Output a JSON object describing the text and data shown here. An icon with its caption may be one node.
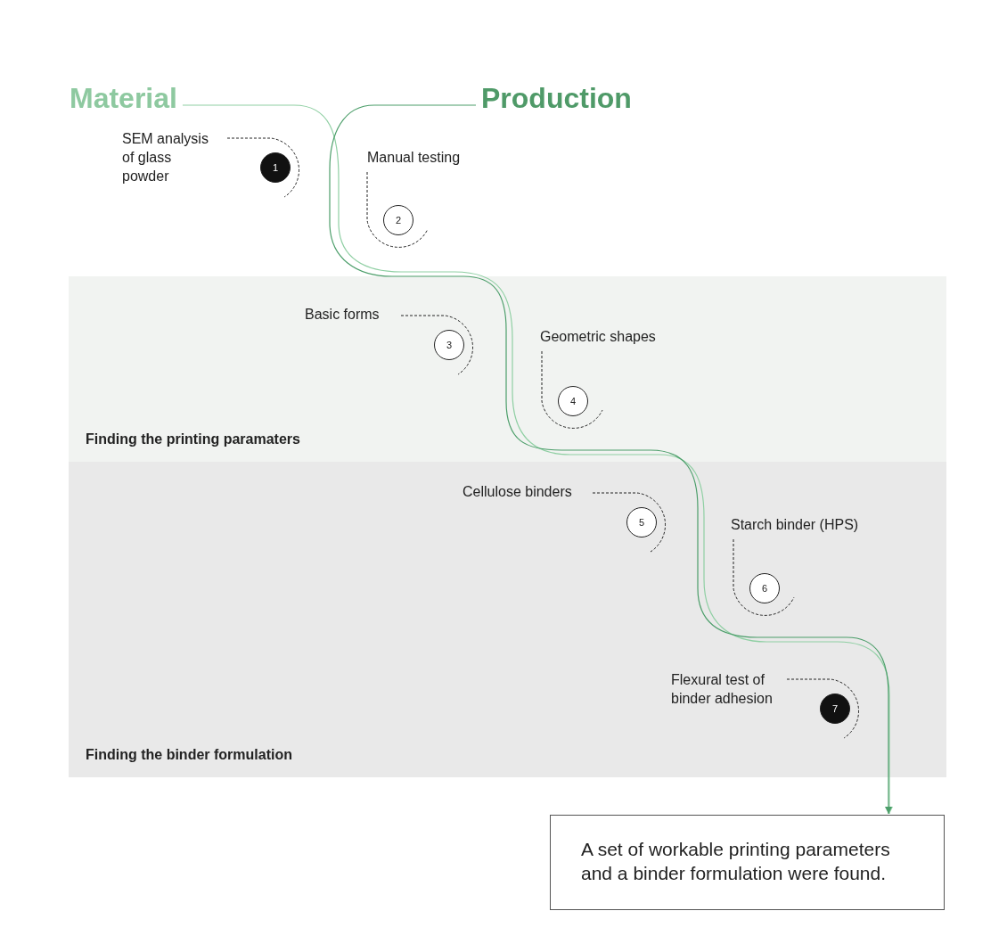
{
  "diagram": {
    "nodes": [
      {
        "text": [
          "Material"
        ]
      },
      {
        "text": [
          "Production"
        ]
      },
      {
        "text": [
          "Finding the printing paramaters"
        ]
      },
      {
        "text": [
          "Finding the binder formulation"
        ]
      },
      {
        "text": [
          "1"
        ],
        "beside": [
          "SEM analysis of glass powder"
        ]
      },
      {
        "text": [
          "2"
        ],
        "beside": [
          "Manual testing"
        ]
      },
      {
        "text": [
          "3"
        ],
        "beside": [
          "Basic forms"
        ],
        "in": 2
      },
      {
        "text": [
          "4"
        ],
        "beside": [
          "Geometric shapes"
        ],
        "in": 2
      },
      {
        "text": [
          "5"
        ],
        "beside": [
          "Cellulose binders"
        ],
        "in": 3
      },
      {
        "text": [
          "6"
        ],
        "beside": [
          "Starch binder (HPS)"
        ],
        "in": 3
      },
      {
        "text": [
          "7"
        ],
        "beside": [
          "Flexural test of binder adhesion"
        ],
        "in": 3
      },
      {
        "text": [
          "A set of workable printing parameters and a binder formulation were found."
        ]
      }
    ],
    "edges": [
      {
        "from": 0,
        "to": 11,
        "arrow": "to",
        "color": "#8fcfa3"
      },
      {
        "from": 1,
        "to": 11,
        "arrow": "to",
        "color": "#4c9e6a"
      }
    ]
  }
}
